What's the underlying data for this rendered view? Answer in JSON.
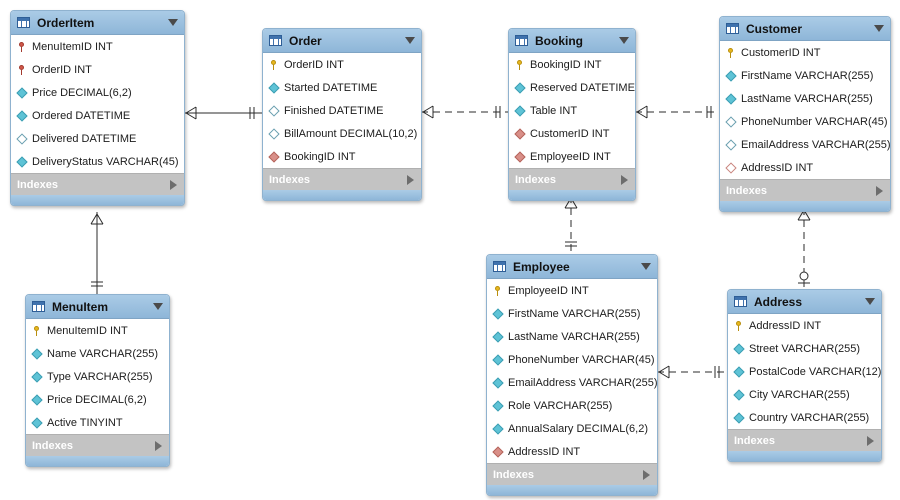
{
  "tables": {
    "orderitem": {
      "name": "OrderItem",
      "columns": [
        {
          "label": "MenuItemID INT",
          "icon": "foreign-key-icon"
        },
        {
          "label": "OrderID INT",
          "icon": "foreign-key-icon"
        },
        {
          "label": "Price DECIMAL(6,2)",
          "icon": "column-icon"
        },
        {
          "label": "Ordered DATETIME",
          "icon": "column-icon"
        },
        {
          "label": "Delivered DATETIME",
          "icon": "nullable-column-icon"
        },
        {
          "label": "DeliveryStatus VARCHAR(45)",
          "icon": "column-icon"
        }
      ],
      "indexes_label": "Indexes"
    },
    "order": {
      "name": "Order",
      "columns": [
        {
          "label": "OrderID INT",
          "icon": "primary-key-icon"
        },
        {
          "label": "Started DATETIME",
          "icon": "column-icon"
        },
        {
          "label": "Finished DATETIME",
          "icon": "nullable-column-icon"
        },
        {
          "label": "BillAmount DECIMAL(10,2)",
          "icon": "nullable-column-icon"
        },
        {
          "label": "BookingID INT",
          "icon": "foreign-key-column-icon"
        }
      ],
      "indexes_label": "Indexes"
    },
    "booking": {
      "name": "Booking",
      "columns": [
        {
          "label": "BookingID INT",
          "icon": "primary-key-icon"
        },
        {
          "label": "Reserved DATETIME",
          "icon": "column-icon"
        },
        {
          "label": "Table INT",
          "icon": "column-icon"
        },
        {
          "label": "CustomerID INT",
          "icon": "foreign-key-column-icon"
        },
        {
          "label": "EmployeeID INT",
          "icon": "foreign-key-column-icon"
        }
      ],
      "indexes_label": "Indexes"
    },
    "customer": {
      "name": "Customer",
      "columns": [
        {
          "label": "CustomerID INT",
          "icon": "primary-key-icon"
        },
        {
          "label": "FirstName VARCHAR(255)",
          "icon": "column-icon"
        },
        {
          "label": "LastName VARCHAR(255)",
          "icon": "column-icon"
        },
        {
          "label": "PhoneNumber VARCHAR(45)",
          "icon": "nullable-column-icon"
        },
        {
          "label": "EmailAddress VARCHAR(255)",
          "icon": "nullable-column-icon"
        },
        {
          "label": "AddressID INT",
          "icon": "nullable-foreign-key-column-icon"
        }
      ],
      "indexes_label": "Indexes"
    },
    "menuitem": {
      "name": "MenuItem",
      "columns": [
        {
          "label": "MenuItemID INT",
          "icon": "primary-key-icon"
        },
        {
          "label": "Name VARCHAR(255)",
          "icon": "column-icon"
        },
        {
          "label": "Type VARCHAR(255)",
          "icon": "column-icon"
        },
        {
          "label": "Price DECIMAL(6,2)",
          "icon": "column-icon"
        },
        {
          "label": "Active TINYINT",
          "icon": "column-icon"
        }
      ],
      "indexes_label": "Indexes"
    },
    "employee": {
      "name": "Employee",
      "columns": [
        {
          "label": "EmployeeID INT",
          "icon": "primary-key-icon"
        },
        {
          "label": "FirstName VARCHAR(255)",
          "icon": "column-icon"
        },
        {
          "label": "LastName VARCHAR(255)",
          "icon": "column-icon"
        },
        {
          "label": "PhoneNumber VARCHAR(45)",
          "icon": "column-icon"
        },
        {
          "label": "EmailAddress VARCHAR(255)",
          "icon": "column-icon"
        },
        {
          "label": "Role VARCHAR(255)",
          "icon": "column-icon"
        },
        {
          "label": "AnnualSalary DECIMAL(6,2)",
          "icon": "column-icon"
        },
        {
          "label": "AddressID INT",
          "icon": "foreign-key-column-icon"
        }
      ],
      "indexes_label": "Indexes"
    },
    "address": {
      "name": "Address",
      "columns": [
        {
          "label": "AddressID INT",
          "icon": "primary-key-icon"
        },
        {
          "label": "Street VARCHAR(255)",
          "icon": "column-icon"
        },
        {
          "label": "PostalCode VARCHAR(12)",
          "icon": "column-icon"
        },
        {
          "label": "City VARCHAR(255)",
          "icon": "column-icon"
        },
        {
          "label": "Country VARCHAR(255)",
          "icon": "column-icon"
        }
      ],
      "indexes_label": "Indexes"
    }
  },
  "relationships": [
    {
      "from": "OrderItem",
      "to": "Order",
      "kind": "many-to-one",
      "identifying": true
    },
    {
      "from": "OrderItem",
      "to": "MenuItem",
      "kind": "many-to-one",
      "identifying": true
    },
    {
      "from": "Order",
      "to": "Booking",
      "kind": "many-to-one",
      "identifying": false
    },
    {
      "from": "Booking",
      "to": "Customer",
      "kind": "many-to-one",
      "identifying": false
    },
    {
      "from": "Booking",
      "to": "Employee",
      "kind": "many-to-one",
      "identifying": false
    },
    {
      "from": "Customer",
      "to": "Address",
      "kind": "many-to-zero-or-one",
      "identifying": false
    },
    {
      "from": "Employee",
      "to": "Address",
      "kind": "many-to-one",
      "identifying": false
    }
  ],
  "colors": {
    "header": "#9fc3e2",
    "footer": "#c3c3c3",
    "line": "#2b2b2b"
  }
}
